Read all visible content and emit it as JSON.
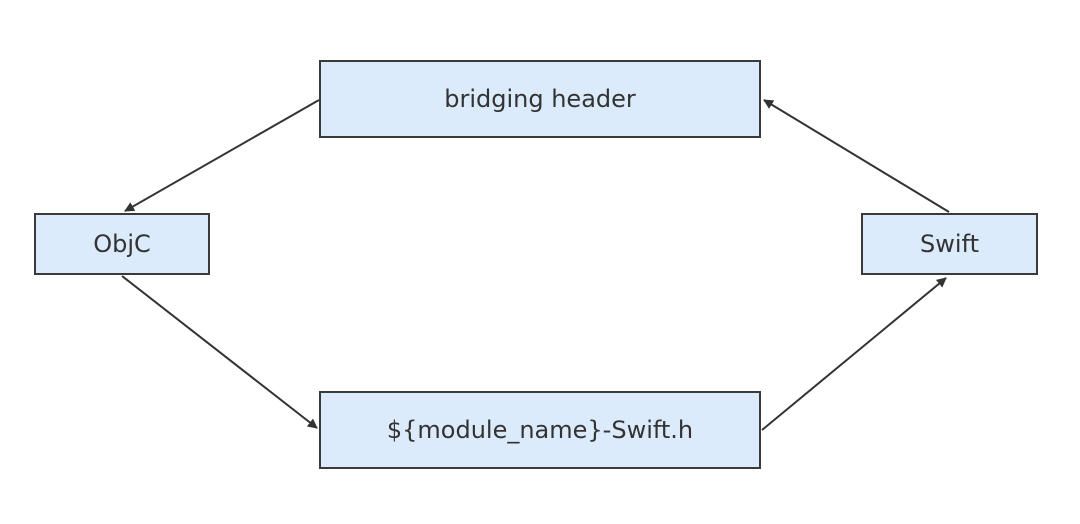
{
  "diagram": {
    "nodes": {
      "bridging_header": "bridging header",
      "objc": "ObjC",
      "swift": "Swift",
      "generated_header": "${module_name}-Swift.h"
    },
    "edges": [
      {
        "from": "bridging_header",
        "to": "objc"
      },
      {
        "from": "objc",
        "to": "generated_header"
      },
      {
        "from": "generated_header",
        "to": "swift"
      },
      {
        "from": "swift",
        "to": "bridging_header"
      }
    ],
    "colors": {
      "node_fill": "#dcebfb",
      "node_border": "#3a3a3a",
      "edge": "#333333",
      "text": "#333333"
    }
  }
}
